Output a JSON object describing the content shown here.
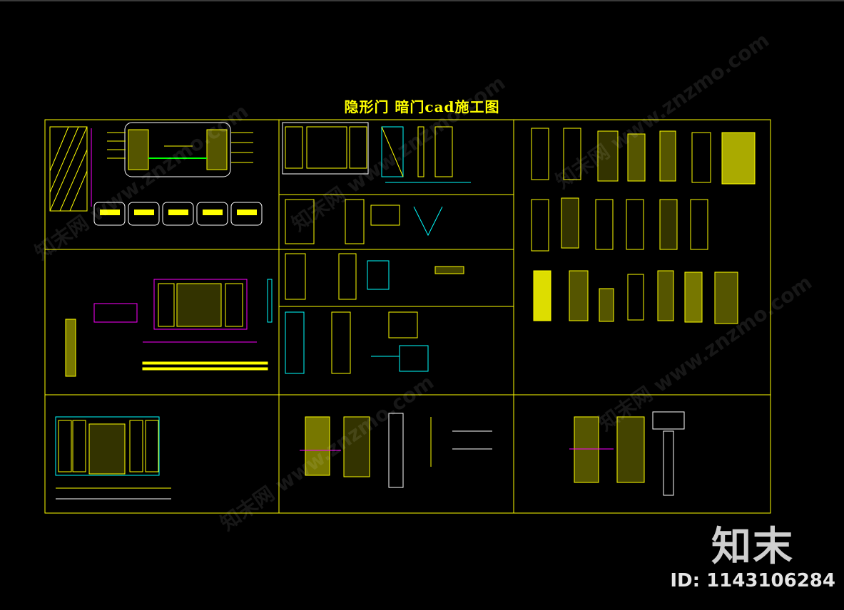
{
  "drawing": {
    "title": "隐形门 暗门cad施工图"
  },
  "watermark": {
    "brand": "知末",
    "id_text": "ID: 1143106284",
    "repeat_text": "知末网 www.znzmo.com"
  },
  "colors": {
    "background": "#000000",
    "frame": "#FFFF00",
    "accent_cyan": "#00FFFF",
    "accent_magenta": "#FF00FF",
    "accent_green": "#00FF00",
    "accent_white": "#FFFFFF"
  }
}
